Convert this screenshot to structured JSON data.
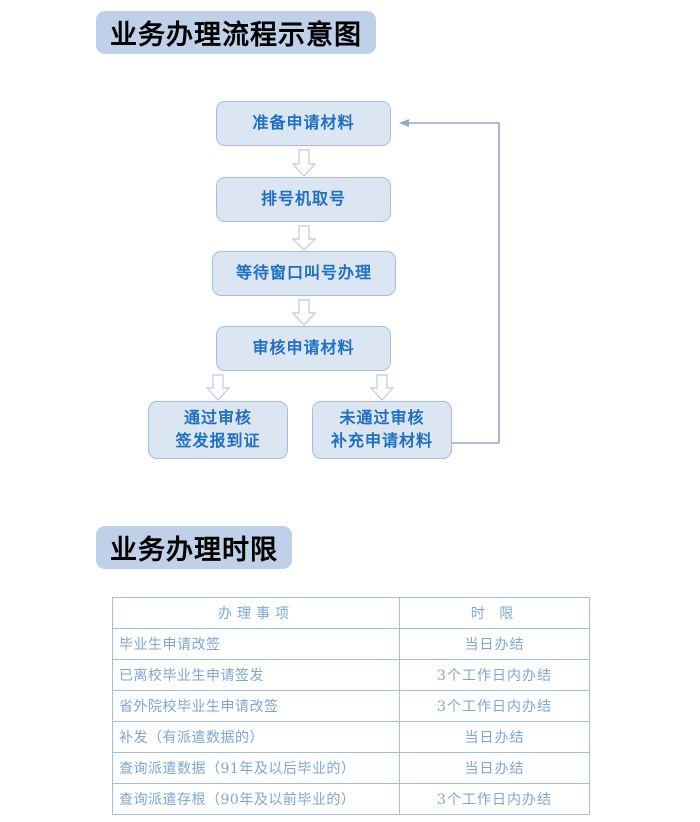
{
  "sections": {
    "flow_title": "业务办理流程示意图",
    "limit_title": "业务办理时限"
  },
  "flowchart": {
    "nodes": [
      {
        "id": "prepare",
        "label": "准备申请材料"
      },
      {
        "id": "ticket",
        "label": "排号机取号"
      },
      {
        "id": "wait",
        "label": "等待窗口叫号办理"
      },
      {
        "id": "review",
        "label": "审核申请材料"
      },
      {
        "id": "pass",
        "label_line1": "通过审核",
        "label_line2": "签发报到证"
      },
      {
        "id": "fail",
        "label_line1": "未通过审核",
        "label_line2": "补充申请材料"
      }
    ],
    "colors": {
      "node_fill": "#dce6f2",
      "node_border": "#a8bed8",
      "node_text": "#1f6fc4",
      "arrow_stroke": "#b7cbe3",
      "feedback_line": "#8fa9cc",
      "badge_fill": "#bed1e8"
    }
  },
  "limit_table": {
    "headers": [
      "办理事项",
      "时 限"
    ],
    "rows": [
      {
        "item": "毕业生申请改签",
        "limit": "当日办结"
      },
      {
        "item": "已离校毕业生申请签发",
        "limit": "3个工作日内办结"
      },
      {
        "item": "省外院校毕业生申请改签",
        "limit": "3个工作日内办结"
      },
      {
        "item": "补发（有派遣数据的）",
        "limit": "当日办结"
      },
      {
        "item": "查询派遣数据（91年及以后毕业的）",
        "limit": "当日办结"
      },
      {
        "item": "查询派遣存根（90年及以前毕业的）",
        "limit": "3个工作日内办结"
      }
    ],
    "colors": {
      "border": "#9fc0e0",
      "text": "#7ba7d7"
    }
  }
}
